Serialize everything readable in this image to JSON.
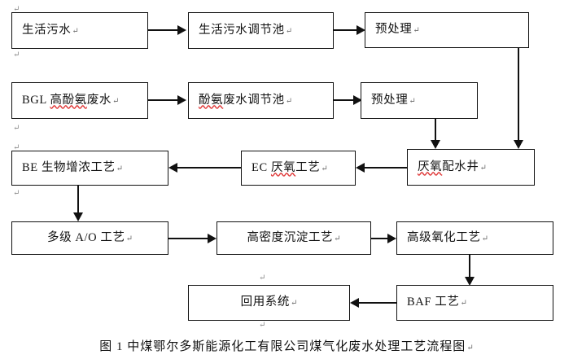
{
  "figure": {
    "caption": "图 1 中煤鄂尔多斯能源化工有限公司煤气化废水处理工艺流程图",
    "pilcrow_glyph": "↵",
    "colors": {
      "line": "#111111",
      "box_border": "#111111",
      "background": "#ffffff",
      "spellcheck_underline": "#e03a3a",
      "pilcrow": "#6d6d6d"
    }
  },
  "nodes": {
    "domestic_sewage": "生活污水",
    "domestic_sewage_tank": "生活污水调节池",
    "pretreatment_1": "预处理",
    "bgl_phenol_ammonia_wastewater": "BGL 高酚氨废水",
    "phenol_ammonia_tank": "酚氨废水调节池",
    "pretreatment_2": "预处理",
    "anaerobic_distribution_well": "厌氧配水井",
    "ec_anaerobic_process": "EC 厌氧工艺",
    "be_bio_enrichment_process": "BE 生物增浓工艺",
    "multistage_ao_process": "多级 A/O 工艺",
    "high_density_sedimentation": "高密度沉淀工艺",
    "advanced_oxidation": "高级氧化工艺",
    "baf_process": "BAF 工艺",
    "reuse_system": "回用系统"
  },
  "flow": {
    "edges": [
      {
        "from": "domestic_sewage",
        "to": "domestic_sewage_tank",
        "direction": "right"
      },
      {
        "from": "domestic_sewage_tank",
        "to": "pretreatment_1",
        "direction": "right"
      },
      {
        "from": "pretreatment_1",
        "to": "anaerobic_distribution_well",
        "direction": "down"
      },
      {
        "from": "bgl_phenol_ammonia_wastewater",
        "to": "phenol_ammonia_tank",
        "direction": "right"
      },
      {
        "from": "phenol_ammonia_tank",
        "to": "pretreatment_2",
        "direction": "right"
      },
      {
        "from": "pretreatment_2",
        "to": "anaerobic_distribution_well",
        "direction": "down"
      },
      {
        "from": "anaerobic_distribution_well",
        "to": "ec_anaerobic_process",
        "direction": "left"
      },
      {
        "from": "ec_anaerobic_process",
        "to": "be_bio_enrichment_process",
        "direction": "left"
      },
      {
        "from": "be_bio_enrichment_process",
        "to": "multistage_ao_process",
        "direction": "down"
      },
      {
        "from": "multistage_ao_process",
        "to": "high_density_sedimentation",
        "direction": "right"
      },
      {
        "from": "high_density_sedimentation",
        "to": "advanced_oxidation",
        "direction": "right"
      },
      {
        "from": "advanced_oxidation",
        "to": "baf_process",
        "direction": "down"
      },
      {
        "from": "baf_process",
        "to": "reuse_system",
        "direction": "left"
      }
    ]
  }
}
